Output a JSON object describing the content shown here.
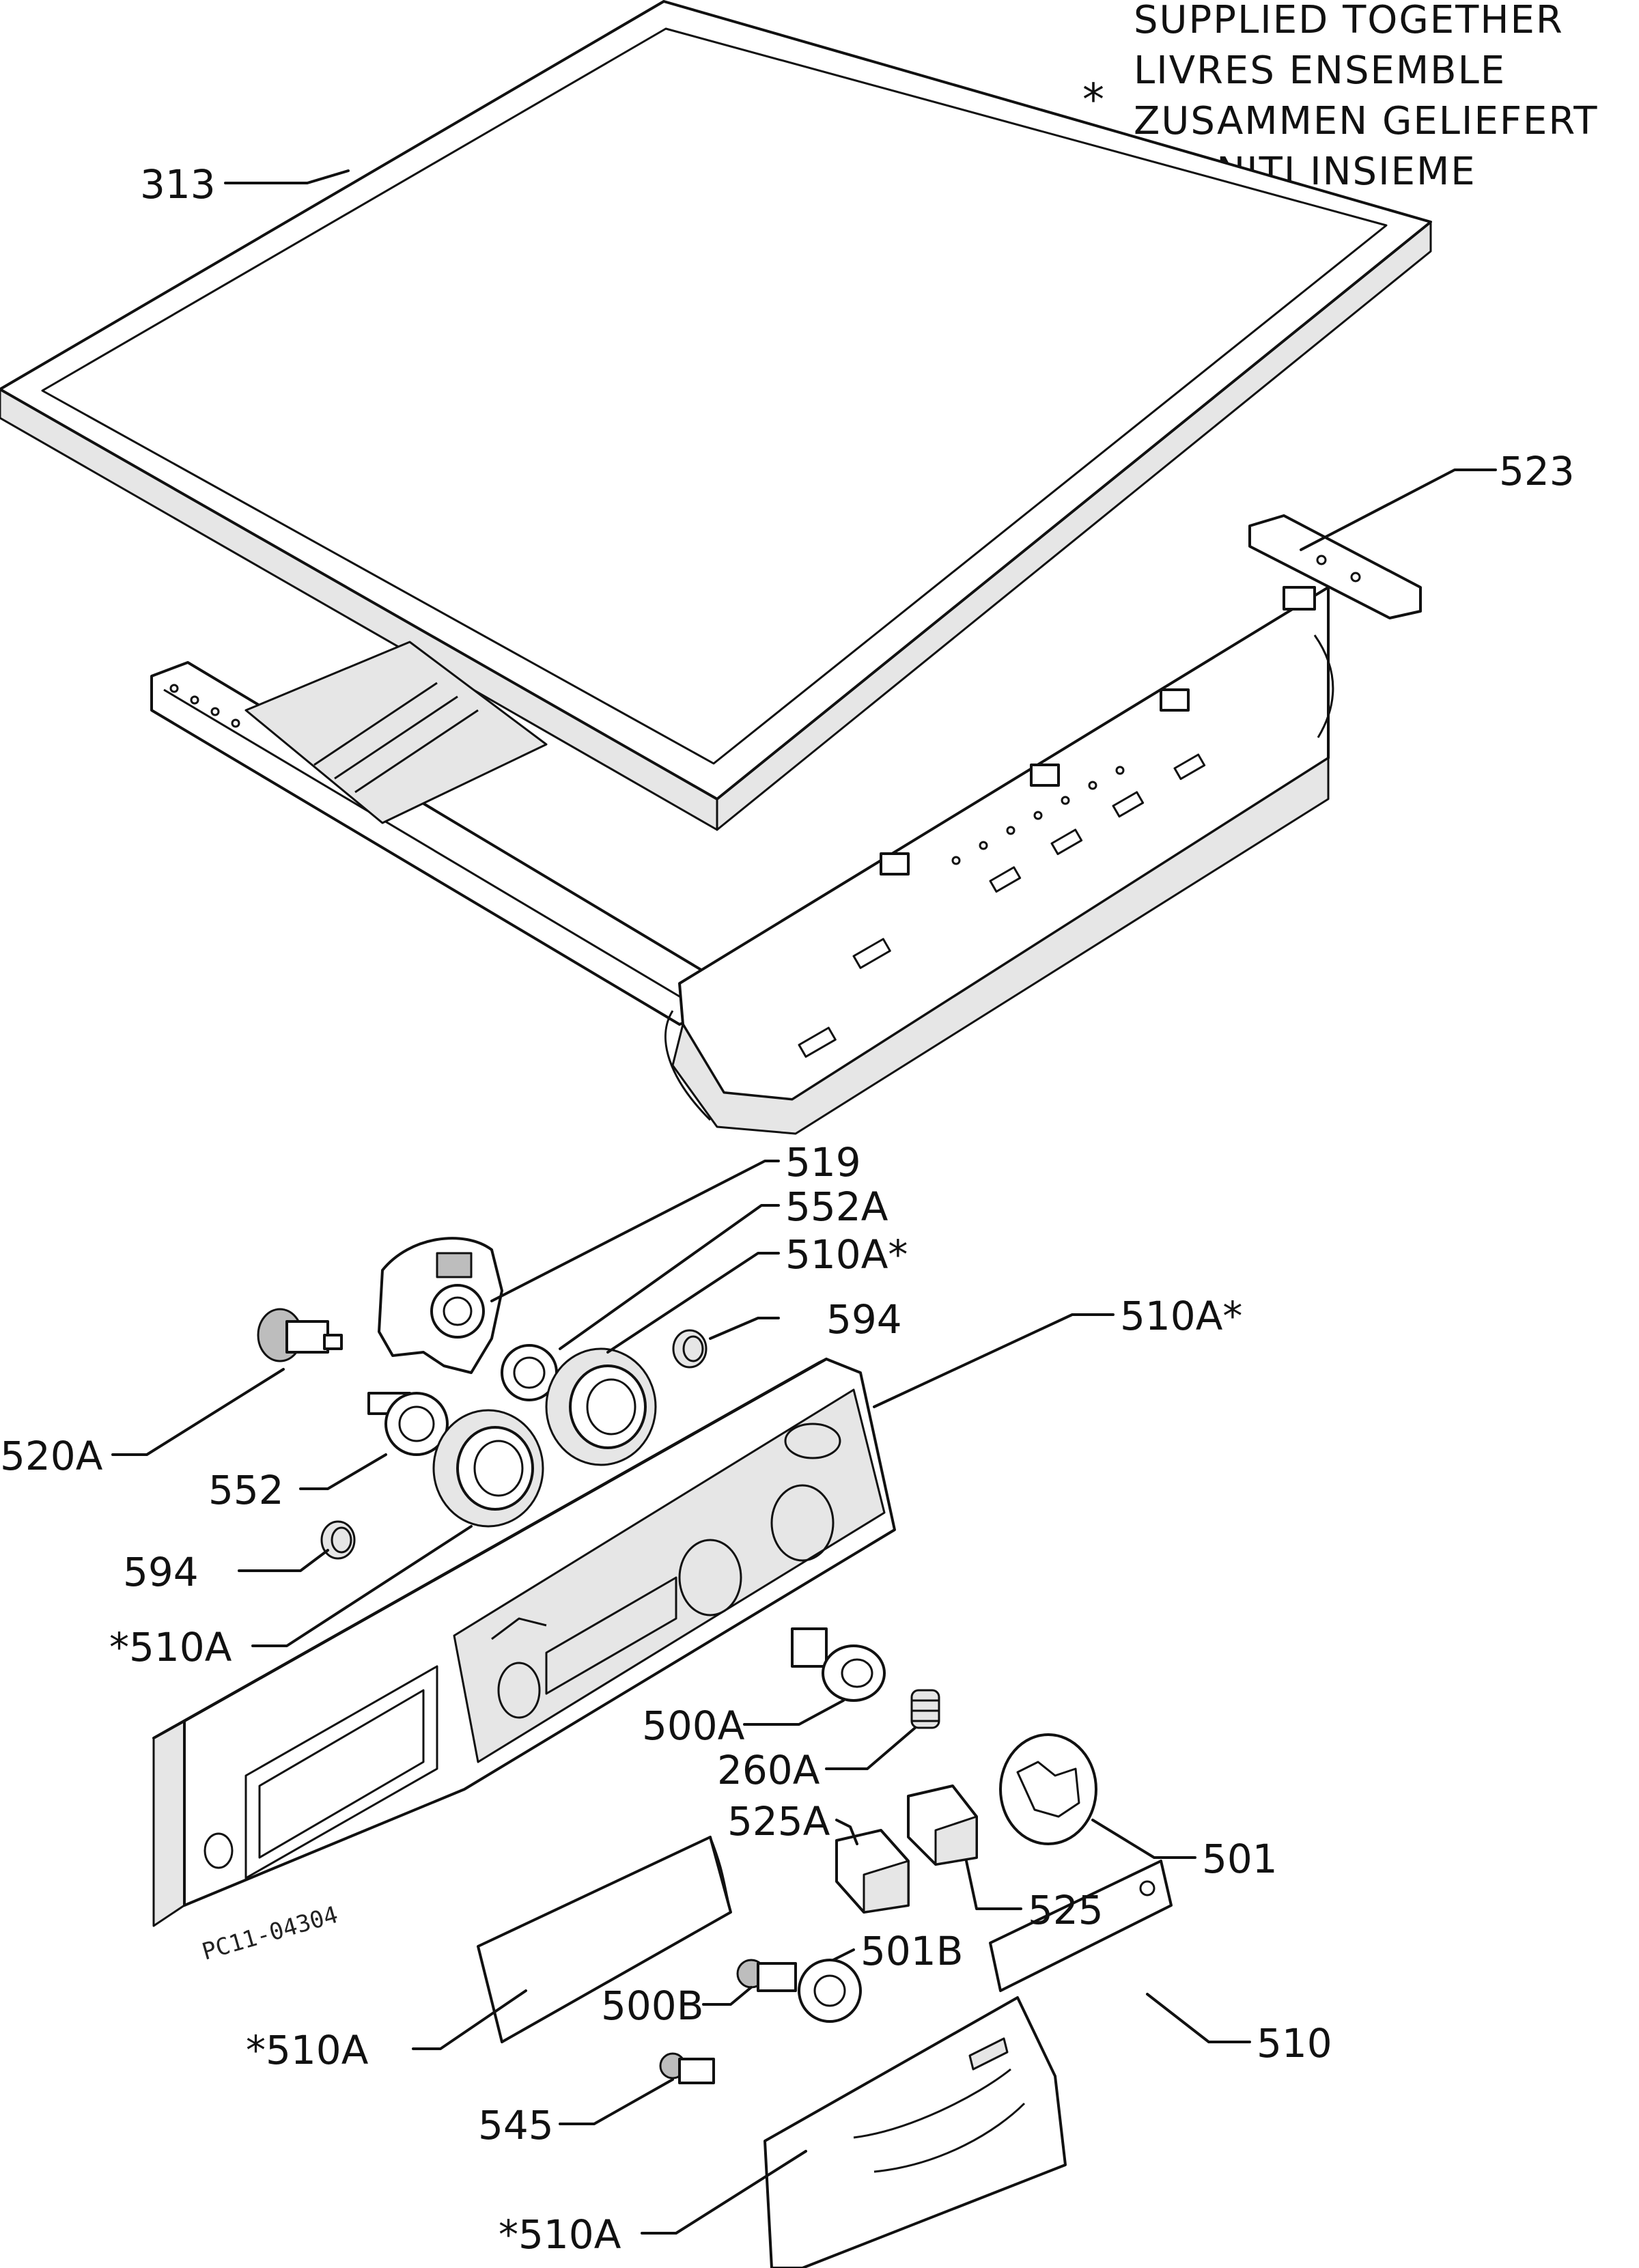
{
  "note": {
    "symbol": "*",
    "lines": [
      "SUPPLIED TOGETHER",
      "LIVRES ENSEMBLE",
      "ZUSAMMEN GELIEFERT",
      "FORNITI INSIEME"
    ]
  },
  "drawing_code": "PC11-04304",
  "callouts": [
    {
      "id": "313",
      "text": "313"
    },
    {
      "id": "523",
      "text": "523"
    },
    {
      "id": "519",
      "text": "519"
    },
    {
      "id": "552A",
      "text": "552A"
    },
    {
      "id": "510A-star-1",
      "text": "510A*"
    },
    {
      "id": "594-top",
      "text": "594"
    },
    {
      "id": "510A-star-2",
      "text": "510A*"
    },
    {
      "id": "520A",
      "text": "520A"
    },
    {
      "id": "552",
      "text": "552"
    },
    {
      "id": "594-left",
      "text": "594"
    },
    {
      "id": "star-510A-1",
      "text": "*510A"
    },
    {
      "id": "500A",
      "text": "500A"
    },
    {
      "id": "260A",
      "text": "260A"
    },
    {
      "id": "525A",
      "text": "525A"
    },
    {
      "id": "501",
      "text": "501"
    },
    {
      "id": "525",
      "text": "525"
    },
    {
      "id": "501B",
      "text": "501B"
    },
    {
      "id": "500B",
      "text": "500B"
    },
    {
      "id": "star-510A-2",
      "text": "*510A"
    },
    {
      "id": "510",
      "text": "510"
    },
    {
      "id": "545",
      "text": "545"
    },
    {
      "id": "star-510A-3",
      "text": "*510A"
    }
  ]
}
